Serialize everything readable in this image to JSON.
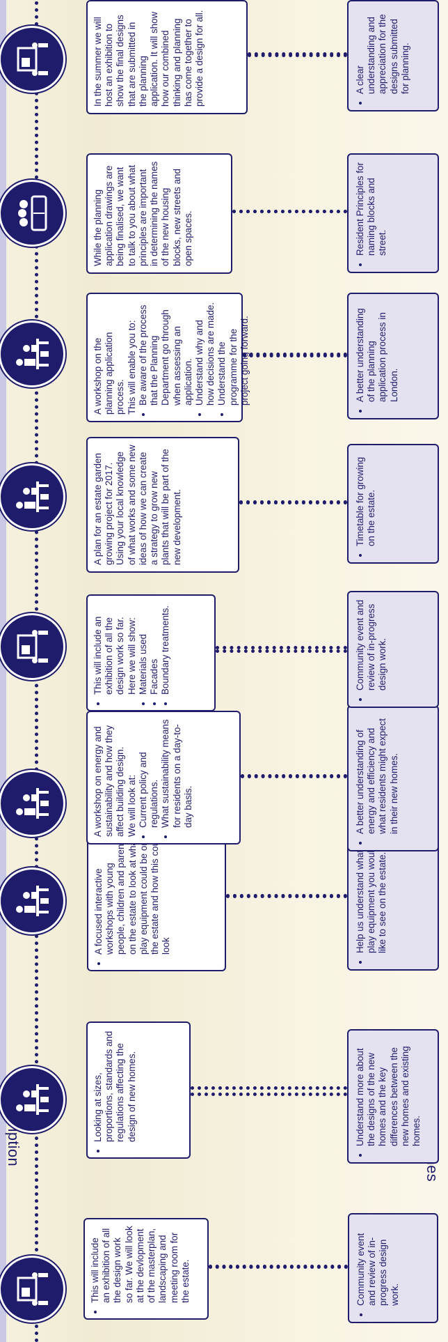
{
  "labels": {
    "description": "Description",
    "outcomes": "Outcomes"
  },
  "colors": {
    "navy": "#1f1c6b",
    "outcome_fill": "#e4e2f1",
    "background": "#f3eedb"
  },
  "stages": [
    {
      "icon": "exhibition-icon",
      "desc_bullets": [
        "This will include an exhibition of all the design work so far. We will look at the devlopment of the masterplan, landscaping and meeting room for the estate."
      ],
      "outcomes": [
        "Community event and review of in-progress design work."
      ]
    },
    {
      "icon": "workshop-icon",
      "desc_bullets": [
        "Looking at sizes, proportions, standards and regulations affecting the design of new homes."
      ],
      "outcomes": [
        "Understand more about the designs of the new homes and the key differences between the new homes and existing homes."
      ]
    },
    {
      "icon": "workshop-icon",
      "desc_bullets": [
        "A focused interactive workshops with young people, children and parents on the estate to look at what play equipment could be on the estate and how this could look"
      ],
      "outcomes": [
        "Help us understand what play equipment you would like to see on the estate."
      ]
    },
    {
      "icon": "workshop-icon",
      "desc_intro": "A workshop on energy and sustainability and how they affect building design.",
      "desc_sub": "We will look at:",
      "desc_bullets": [
        "Current policy and regulations.",
        "What sustainability means for residents on a day-to-day basis."
      ],
      "outcomes": [
        "A better understanding of energy and efficiency and what residents might expect in their new homes."
      ]
    },
    {
      "icon": "exhibition-icon",
      "desc_bullets": [
        "This will include an exhibition of all the design work so far. Here we will show:",
        "Materials used",
        "Facades",
        "Boundary treatments."
      ],
      "outcomes": [
        "Community event and review of in-progress design work."
      ]
    },
    {
      "icon": "workshop-icon",
      "desc_intro": "A plan for an estate garden growing project for 2017.",
      "desc_sub": "Using your local knowledge of what works and some new ideas of how we can create a strategy to grow new plants that will be part of the new development.",
      "outcomes": [
        "Timetable for growing on the estate."
      ]
    },
    {
      "icon": "workshop-icon",
      "desc_intro": "A workshop on the planning application process.",
      "desc_sub": "This will enable you to:",
      "desc_bullets": [
        "Be aware of the process that the Planning Department go through when assessing an application.",
        "Understand why and how decisions are made.",
        "Understand the programme for the project going forward."
      ],
      "outcomes": [
        "A better understanding of the planning application process in London."
      ]
    },
    {
      "icon": "meeting-table-icon",
      "desc_intro": "While the planning application drawings are being finalised, we want to talk to you about what principles are important in determining the names of the new housing blocks, new streets and open spaces.",
      "outcomes": [
        "Resident Principles for naming blocks and street."
      ]
    },
    {
      "icon": "exhibition-icon",
      "desc_intro": "In the summer we will host an exhibition to show the final designs that are submitted in the planning application. It will show how our combined thinking and planning has come together to provide a design for all.",
      "outcomes": [
        "A clear understanding and appreciation for the designs submitted for planning."
      ]
    }
  ]
}
